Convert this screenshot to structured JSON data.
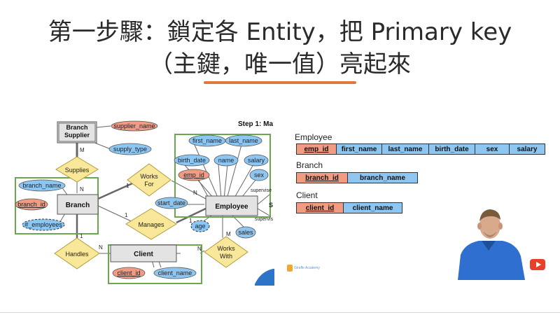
{
  "slide": {
    "title_line1": "第一步驟：鎖定各 Entity，把 Primary key",
    "title_line2": "（主鍵，唯一值）亮起來",
    "accent_color": "#e07a3a"
  },
  "diagram": {
    "step_label": "Step 1: Ma",
    "entities": {
      "branch_supplier": [
        "Branch",
        "Supplier"
      ],
      "branch": "Branch",
      "employee": "Employee",
      "client": "Client"
    },
    "relationships": {
      "supplies": "Supplies",
      "works_for": [
        "Works",
        "For"
      ],
      "manages": "Manages",
      "handles": "Handles",
      "works_with": [
        "Works",
        "With"
      ]
    },
    "attributes": {
      "supplier_name": "supplier_name",
      "supply_type": "supply_type",
      "first_name": "first_name",
      "last_name": "last_name",
      "birth_date": "birth_date",
      "name": "name",
      "salary": "salary",
      "emp_id": "emp_id",
      "sex": "sex",
      "branch_name": "branch_name",
      "branch_id": "branch_id",
      "num_employees": "#_employees",
      "start_date": "start_date",
      "age": "age",
      "sales": "sales",
      "client_id": "client_id",
      "client_name": "client_name"
    },
    "cardinality": {
      "m_supplies": "M",
      "n_supplies": "N",
      "one_worksfor": "1",
      "n_worksfor": "N",
      "one_manages_branch": "1",
      "one_manages_emp": "1",
      "one_handles": "1",
      "n_handles": "N",
      "m_workswith": "M",
      "n_workswith": "N"
    },
    "edge_labels": {
      "supervisee": "supervise",
      "supervisor": "supervis",
      "s": "S"
    }
  },
  "tables": {
    "employee": {
      "title": "Employee",
      "columns": [
        "emp_id",
        "first_name",
        "last_name",
        "birth_date",
        "sex",
        "salary"
      ]
    },
    "branch": {
      "title": "Branch",
      "columns": [
        "branch_id",
        "branch_name"
      ]
    },
    "client": {
      "title": "Client",
      "columns": [
        "client_id",
        "client_name"
      ]
    }
  },
  "branding": {
    "academy": "Giraffe Academy",
    "video_logo_icon": "play-button-icon"
  },
  "colors": {
    "pk_red": "#f29b83",
    "attr_blue": "#8ec6f2",
    "entity_grey": "#e3e3e3",
    "relationship_yellow": "#f9e79a",
    "highlight_green": "#6aa84f",
    "youtube_red": "#e8402b"
  }
}
